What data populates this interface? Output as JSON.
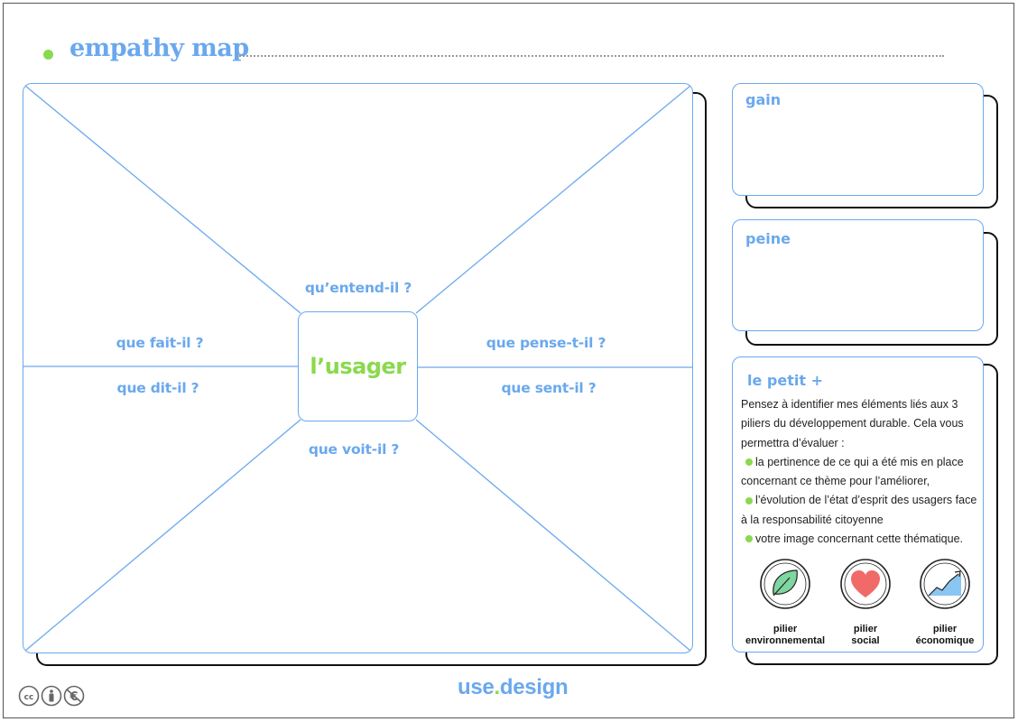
{
  "header": {
    "title": "empathy map"
  },
  "map": {
    "center": "l’usager",
    "questions": {
      "hear": "qu’entend-il ?",
      "do": "que fait-il ?",
      "say": "que dit-il ?",
      "think": "que pense-t-il ?",
      "feel": "que sent-il ?",
      "see": "que voit-il ?"
    }
  },
  "gain": {
    "title": "gain"
  },
  "pain": {
    "title": "peine"
  },
  "petit": {
    "title": "le petit +",
    "intro": "Pensez à identifier mes éléments liés aux 3 piliers du développement durable. Cela vous permettra d’évaluer :",
    "items": [
      "la pertinence de ce qui a été mis en place concernant ce thème pour l’améliorer,",
      "l’évolution de l’état d’esprit des usagers face à la responsabilité citoyenne",
      "votre image concernant cette thématique."
    ],
    "pillars": [
      {
        "line1": "pilier",
        "line2": "environnemental",
        "icon": "leaf-icon"
      },
      {
        "line1": "pilier",
        "line2": "social",
        "icon": "heart-icon"
      },
      {
        "line1": "pilier",
        "line2": "économique",
        "icon": "growth-chart-icon"
      }
    ]
  },
  "footer": {
    "brand_left": "use",
    "brand_dot": ".",
    "brand_right": "design",
    "license": "cc-by-nc-icon"
  },
  "colors": {
    "accent_blue": "#6aa8ee",
    "accent_green": "#8ad94e",
    "heart_red": "#f06a6a"
  }
}
